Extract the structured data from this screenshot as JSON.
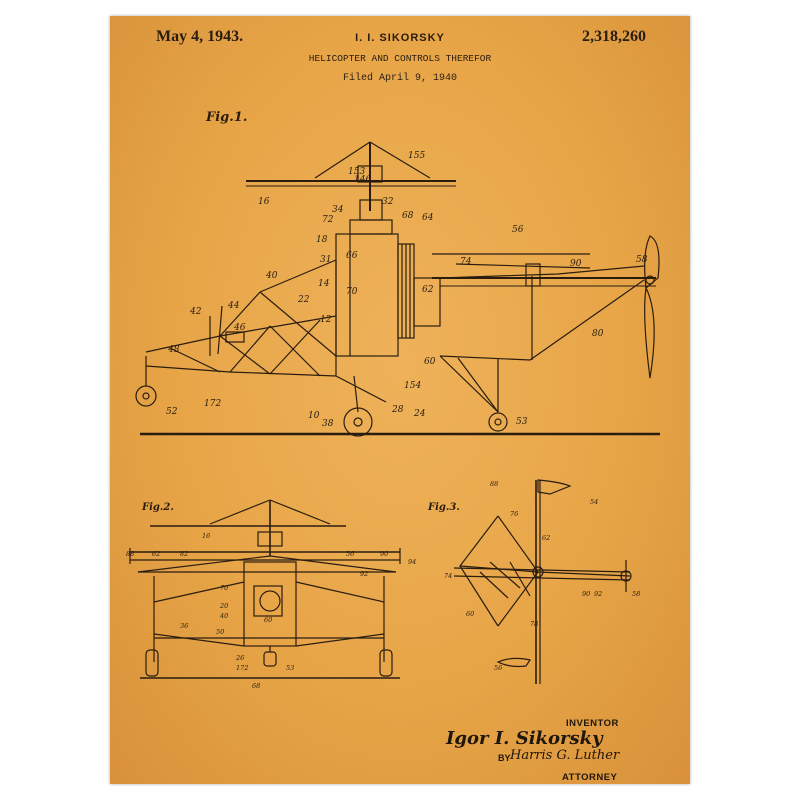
{
  "header": {
    "date": "May 4, 1943.",
    "inventor": "I. I. SIKORSKY",
    "patent_number": "2,318,260",
    "title": "HELICOPTER AND CONTROLS THEREFOR",
    "filed": "Filed April 9, 1940"
  },
  "figures": {
    "fig1": "Fig.1.",
    "fig2": "Fig.2.",
    "fig3": "Fig.3."
  },
  "reference_numerals": {
    "fig1": [
      "153",
      "155",
      "146",
      "32",
      "16",
      "34",
      "72",
      "68",
      "64",
      "18",
      "31",
      "66",
      "56",
      "74",
      "90",
      "58",
      "70",
      "40",
      "14",
      "62",
      "22",
      "42",
      "44",
      "46",
      "12",
      "48",
      "60",
      "154",
      "80",
      "52",
      "172",
      "10",
      "38",
      "28",
      "24",
      "53"
    ],
    "fig2": [
      "16",
      "62",
      "88",
      "82",
      "56",
      "90",
      "92",
      "94",
      "70",
      "20",
      "40",
      "36",
      "50",
      "26",
      "172",
      "53",
      "60",
      "68"
    ],
    "fig3": [
      "88",
      "54",
      "76",
      "62",
      "74",
      "90",
      "92",
      "58",
      "60",
      "78",
      "56"
    ]
  },
  "signature": {
    "inventor_label": "INVENTOR",
    "inventor_name": "Igor I. Sikorsky",
    "by": "BY",
    "attorney_name": "Harris G. Luther",
    "attorney_label": "ATTORNEY"
  },
  "colors": {
    "paper": "#e7a547",
    "ink": "#2a1d10"
  }
}
